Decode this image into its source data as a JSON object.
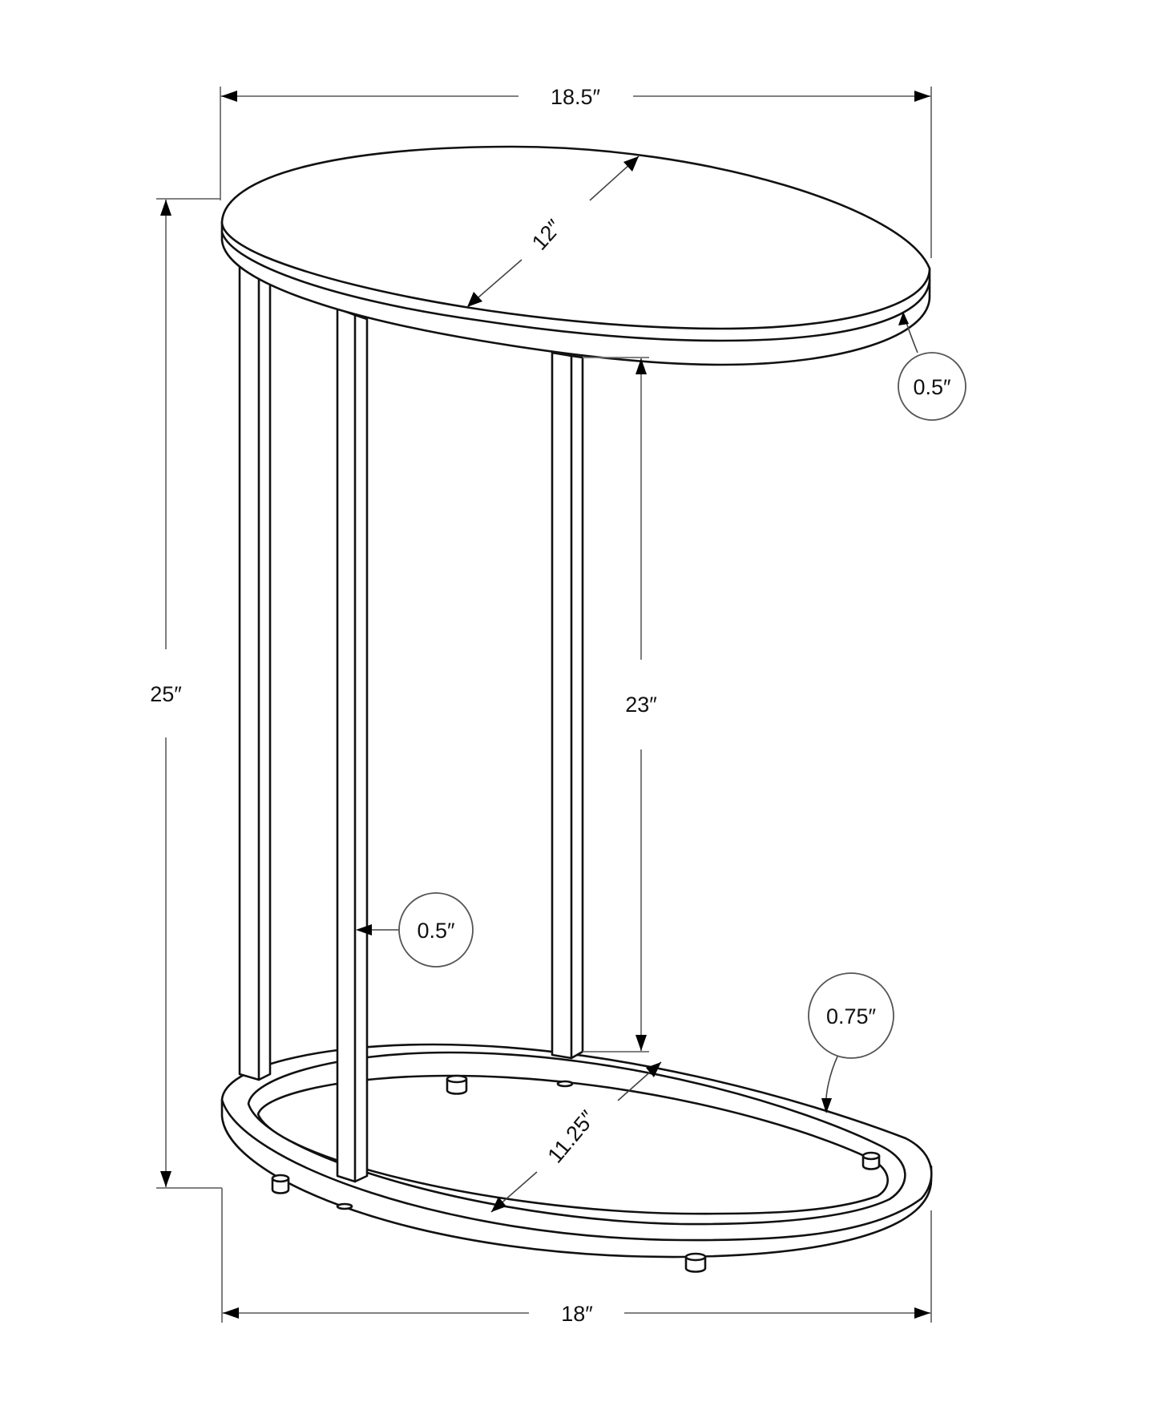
{
  "figure": {
    "type": "dimension-drawing",
    "subject": "oval C-shaped accent table",
    "line_color": "#111111",
    "dimension_line_color": "#6f6f6f",
    "background": "#ffffff"
  },
  "dimensions": {
    "top_width": {
      "label": "18.5″",
      "value": 18.5,
      "unit": "in"
    },
    "top_depth": {
      "label": "12″",
      "value": 12,
      "unit": "in"
    },
    "top_thickness": {
      "label": "0.5″",
      "value": 0.5,
      "unit": "in"
    },
    "overall_height": {
      "label": "25″",
      "value": 25,
      "unit": "in"
    },
    "leg_height": {
      "label": "23″",
      "value": 23,
      "unit": "in"
    },
    "leg_thickness": {
      "label": "0.5″",
      "value": 0.5,
      "unit": "in"
    },
    "base_tube_thickness": {
      "label": "0.75″",
      "value": 0.75,
      "unit": "in"
    },
    "base_depth": {
      "label": "11.25″",
      "value": 11.25,
      "unit": "in"
    },
    "base_width": {
      "label": "18″",
      "value": 18,
      "unit": "in"
    }
  }
}
